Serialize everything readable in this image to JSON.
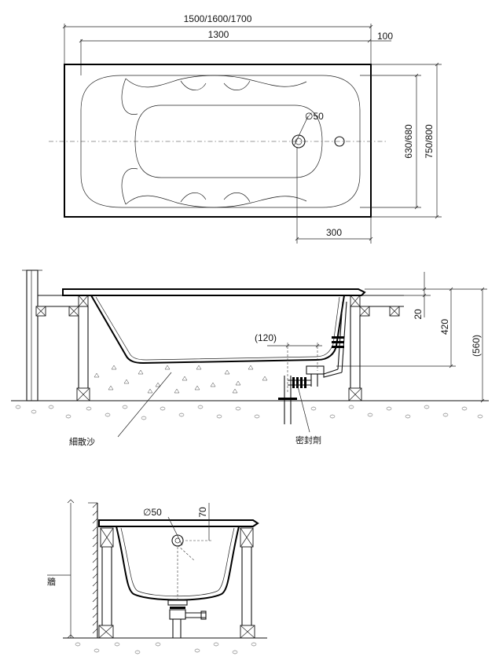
{
  "top_view": {
    "dim_overall_length": "1500/1600/1700",
    "dim_inner_length": "1300",
    "dim_rim": "100",
    "dim_drain_diameter": "∅50",
    "dim_inner_width": "630/680",
    "dim_overall_width": "750/800",
    "dim_drain_offset": "300"
  },
  "side_view": {
    "dim_rim_height": "20",
    "dim_tub_height": "420",
    "dim_total_height": "(560)",
    "dim_drain_spacing": "(120)",
    "label_sand": "細散沙",
    "label_sealant": "密封劑"
  },
  "end_view": {
    "dim_drain_diameter": "∅50",
    "dim_drain_height": "70",
    "label_wall": "牆"
  },
  "colors": {
    "line": "#000000",
    "background": "#ffffff"
  }
}
